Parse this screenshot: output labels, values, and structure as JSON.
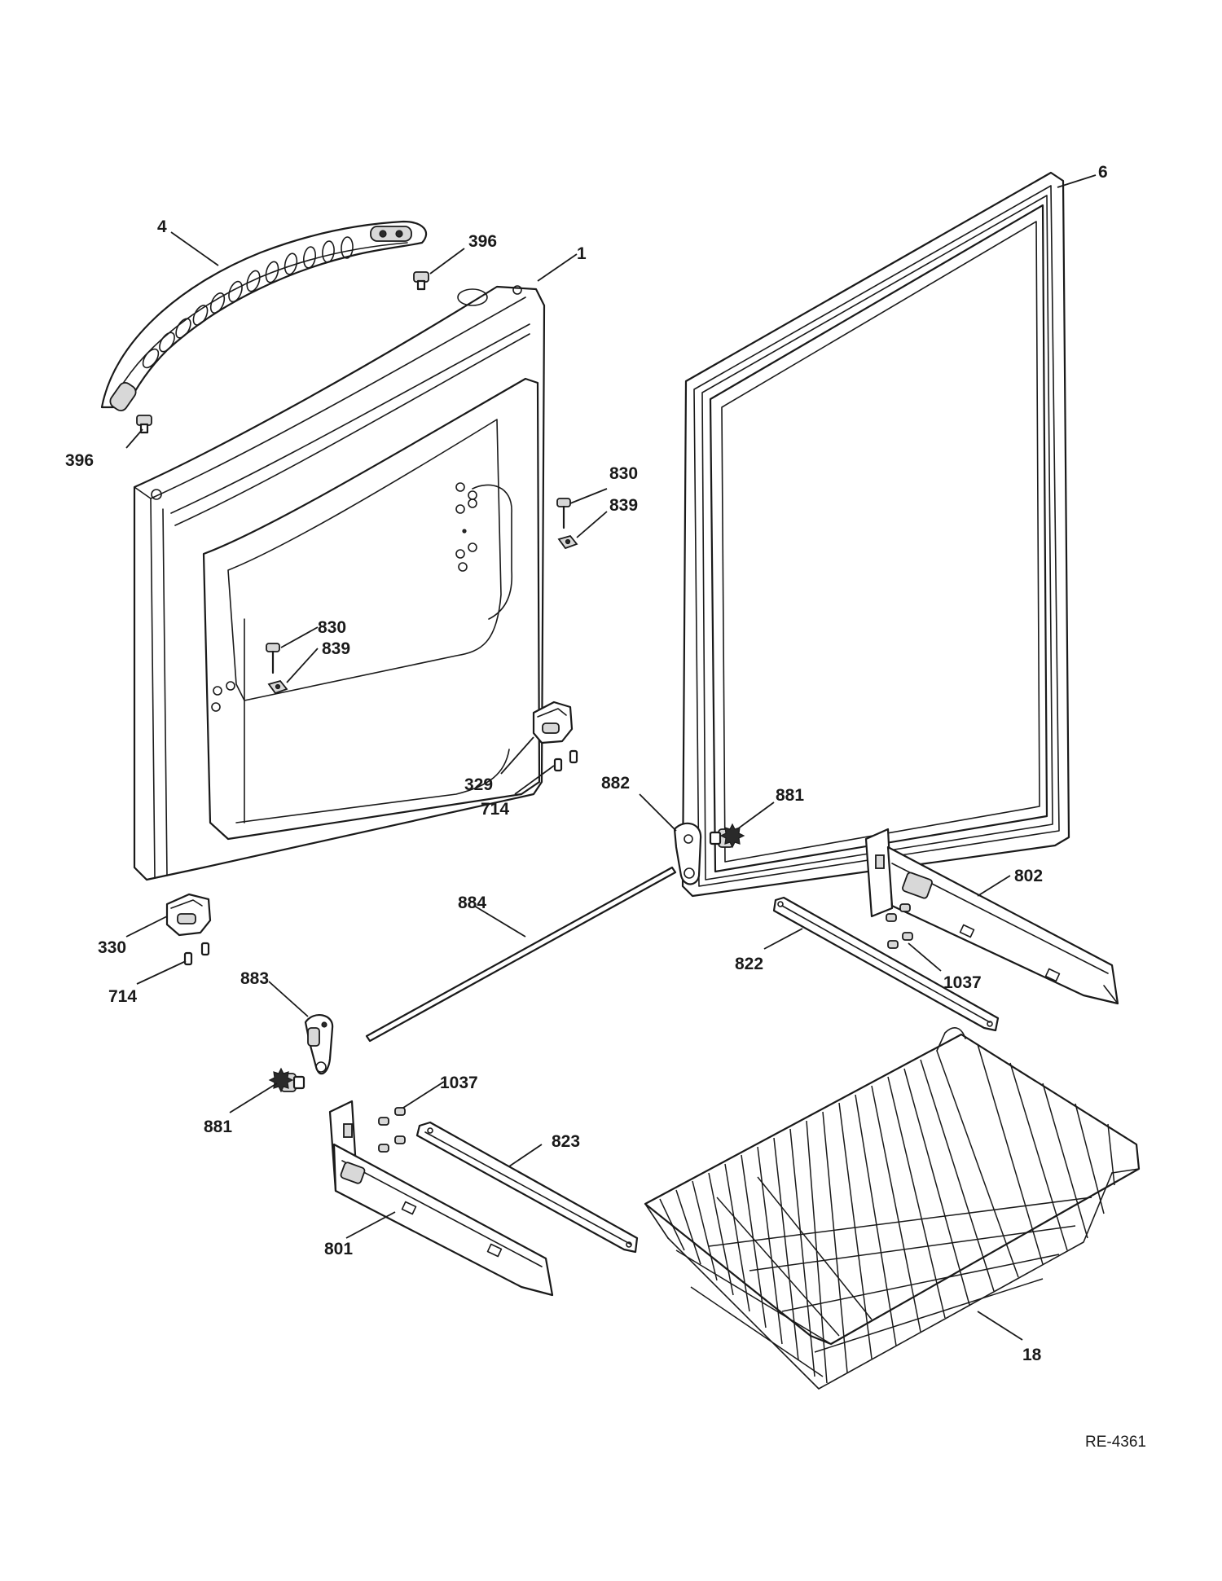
{
  "callouts": [
    {
      "id": "c-4",
      "label": "4"
    },
    {
      "id": "c-396a",
      "label": "396"
    },
    {
      "id": "c-1",
      "label": "1"
    },
    {
      "id": "c-6",
      "label": "6"
    },
    {
      "id": "c-396b",
      "label": "396"
    },
    {
      "id": "c-830a",
      "label": "830"
    },
    {
      "id": "c-839a",
      "label": "839"
    },
    {
      "id": "c-830b",
      "label": "830"
    },
    {
      "id": "c-839b",
      "label": "839"
    },
    {
      "id": "c-329",
      "label": "329"
    },
    {
      "id": "c-714a",
      "label": "714"
    },
    {
      "id": "c-882",
      "label": "882"
    },
    {
      "id": "c-881a",
      "label": "881"
    },
    {
      "id": "c-802",
      "label": "802"
    },
    {
      "id": "c-884",
      "label": "884"
    },
    {
      "id": "c-330",
      "label": "330"
    },
    {
      "id": "c-714b",
      "label": "714"
    },
    {
      "id": "c-822",
      "label": "822"
    },
    {
      "id": "c-1037a",
      "label": "1037"
    },
    {
      "id": "c-883",
      "label": "883"
    },
    {
      "id": "c-1037b",
      "label": "1037"
    },
    {
      "id": "c-881b",
      "label": "881"
    },
    {
      "id": "c-823",
      "label": "823"
    },
    {
      "id": "c-801",
      "label": "801"
    },
    {
      "id": "c-18",
      "label": "18"
    }
  ],
  "drawing_code": "RE-4361"
}
